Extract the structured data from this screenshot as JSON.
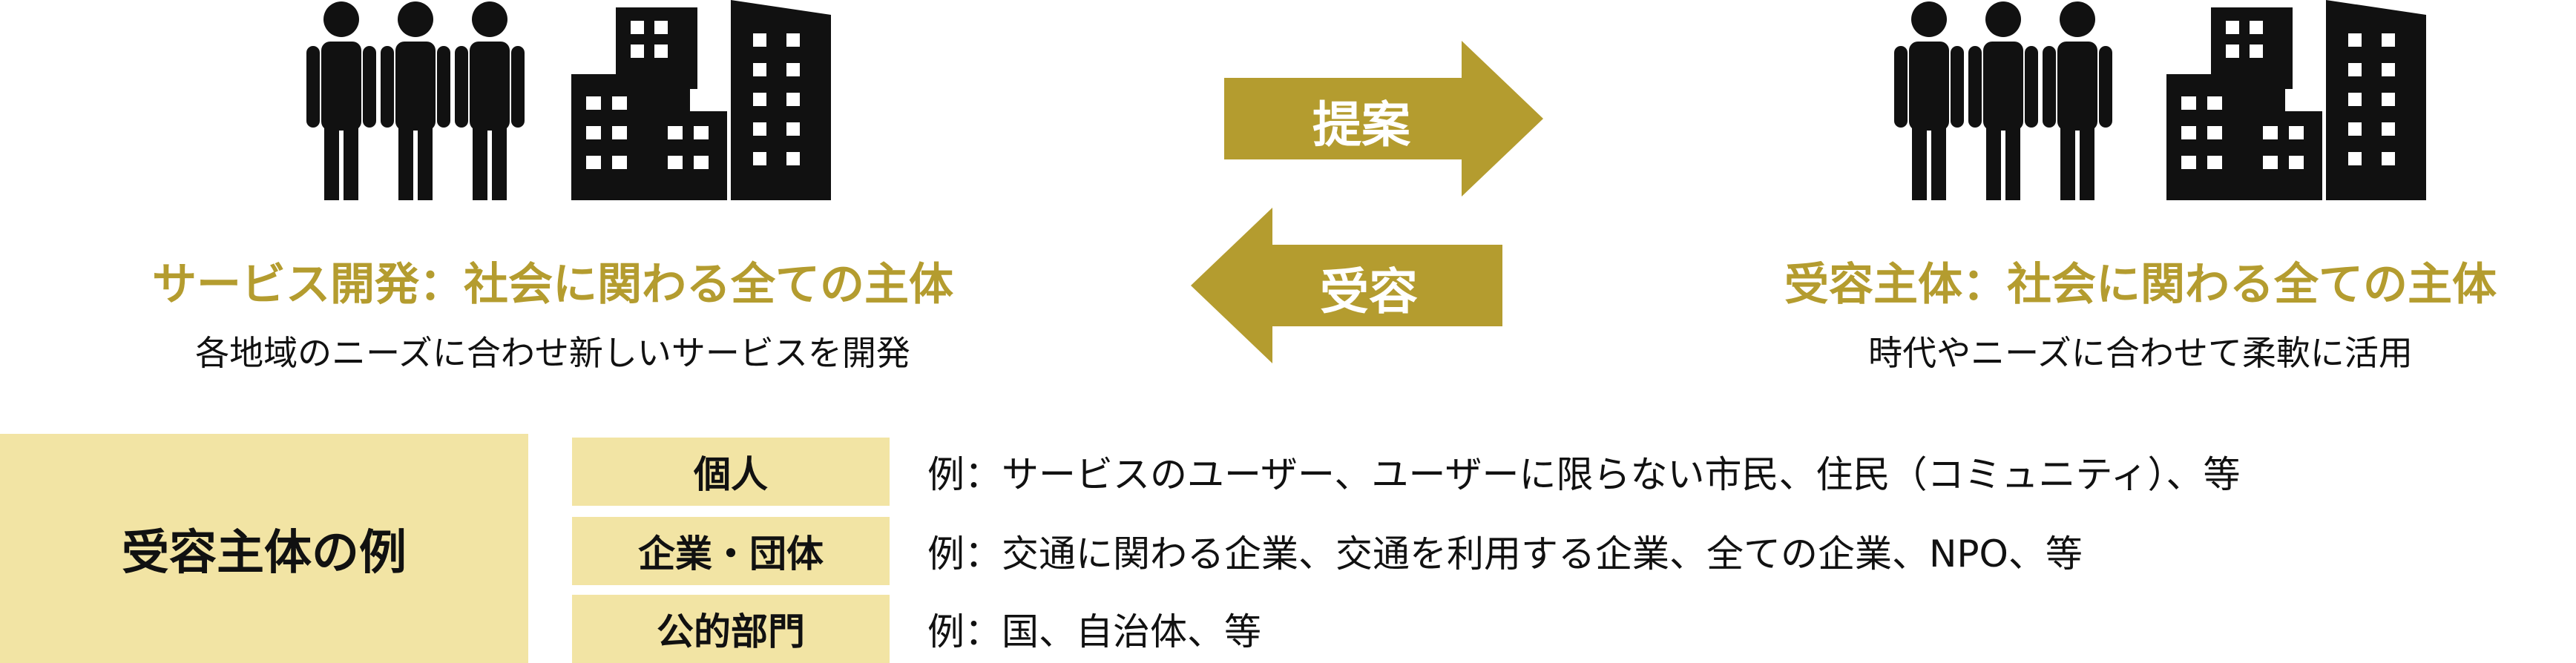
{
  "colors": {
    "accent": "#b49c2f",
    "label_fill": "#f2e4a4",
    "icon": "#111111",
    "text": "#111111"
  },
  "left": {
    "heading": "サービス開発：社会に関わる全ての主体",
    "subtext": "各地域のニーズに合わせ新しいサービスを開発"
  },
  "right": {
    "heading": "受容主体：社会に関わる全ての主体",
    "subtext": "時代やニーズに合わせて柔軟に活用"
  },
  "arrows": {
    "propose": "提案",
    "accept": "受容"
  },
  "examples": {
    "label": "受容主体の例",
    "rows": [
      {
        "category": "個人",
        "text": "例：サービスのユーザー、ユーザーに限らない市民、住民（コミュニティ）、等"
      },
      {
        "category": "企業・団体",
        "text": "例：交通に関わる企業、交通を利用する企業、全ての企業、NPO、等"
      },
      {
        "category": "公的部門",
        "text": "例：国、自治体、等"
      }
    ]
  },
  "icons": {
    "people": "people-group-icon",
    "buildings": "buildings-icon"
  }
}
